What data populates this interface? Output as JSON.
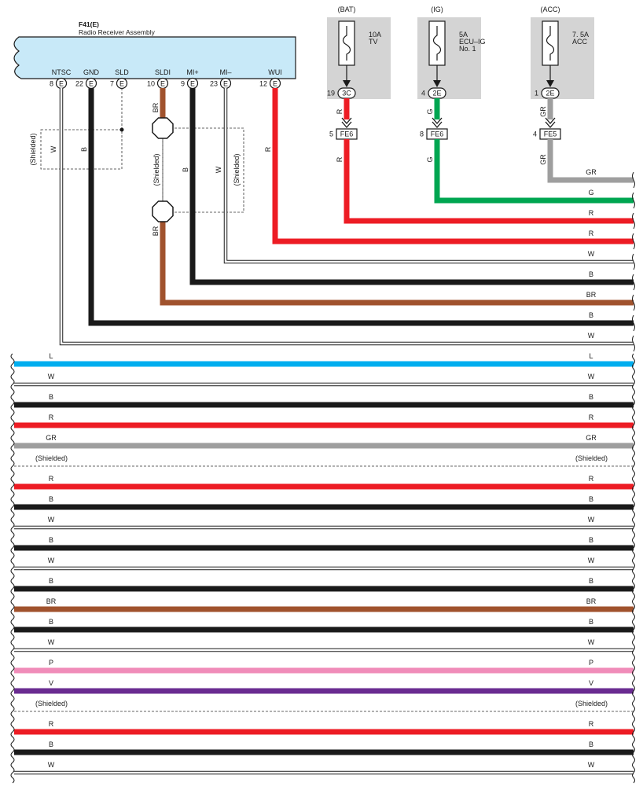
{
  "colors": {
    "R": "#ed1c24",
    "B": "#1a1a1a",
    "W": "#ffffff",
    "BR": "#a0522d",
    "G": "#00a651",
    "GR": "#9e9e9e",
    "L": "#00aeef",
    "P": "#f08cb9",
    "V": "#6a2c91",
    "connector_fill": "#c8e9f8",
    "fuse_box_fill": "#d4d4d4"
  },
  "component": {
    "id": "F41(E)",
    "name": "Radio Receiver Assembly",
    "pins": [
      {
        "num": "8",
        "name": "NTSC",
        "conn": "E"
      },
      {
        "num": "22",
        "name": "GND",
        "conn": "E"
      },
      {
        "num": "7",
        "name": "SLD",
        "conn": "E"
      },
      {
        "num": "10",
        "name": "SLDI",
        "conn": "E"
      },
      {
        "num": "9",
        "name": "MI+",
        "conn": "E"
      },
      {
        "num": "23",
        "name": "MI–",
        "conn": "E"
      },
      {
        "num": "12",
        "name": "WUI",
        "conn": "E"
      }
    ]
  },
  "fuses": [
    {
      "source": "(BAT)",
      "label": [
        "10A",
        "TV"
      ],
      "pin": "19",
      "conn": "3C",
      "wire": "R",
      "jpin": "5",
      "joint": "FE6"
    },
    {
      "source": "(IG)",
      "label": [
        "5A",
        "ECU–IG",
        "No. 1"
      ],
      "pin": "4",
      "conn": "2E",
      "wire": "G",
      "jpin": "8",
      "joint": "FE6"
    },
    {
      "source": "(ACC)",
      "label": [
        "7. 5A",
        "ACC"
      ],
      "pin": "1",
      "conn": "2E",
      "wire": "GR",
      "jpin": "4",
      "joint": "FE5"
    }
  ],
  "wire_labels": {
    "ntsc": "W",
    "gnd": "B",
    "sldi_top": "BR",
    "sldi_bottom": "BR",
    "mi_plus": "B",
    "mi_minus": "W",
    "wui": "R",
    "shielded": "(Shielded)"
  },
  "bus_top": [
    {
      "color": "GR",
      "label": "GR"
    },
    {
      "color": "G",
      "label": "G"
    },
    {
      "color": "R",
      "label": "R"
    },
    {
      "color": "R",
      "label": "R"
    },
    {
      "color": "W",
      "label": "W"
    },
    {
      "color": "B",
      "label": "B"
    },
    {
      "color": "BR",
      "label": "BR"
    },
    {
      "color": "B",
      "label": "B"
    },
    {
      "color": "W",
      "label": "W"
    }
  ],
  "bus_bottom": [
    {
      "color": "L",
      "left": "L",
      "right": "L"
    },
    {
      "color": "W",
      "left": "W",
      "right": "W"
    },
    {
      "color": "B",
      "left": "B",
      "right": "B"
    },
    {
      "color": "R",
      "left": "R",
      "right": "R"
    },
    {
      "color": "GR",
      "left": "GR",
      "right": "GR"
    },
    {
      "dashed": true,
      "left": "(Shielded)",
      "right": "(Shielded)"
    },
    {
      "color": "R",
      "left": "R",
      "right": "R"
    },
    {
      "color": "B",
      "left": "B",
      "right": "B"
    },
    {
      "color": "W",
      "left": "W",
      "right": "W"
    },
    {
      "color": "B",
      "left": "B",
      "right": "B"
    },
    {
      "color": "W",
      "left": "W",
      "right": "W"
    },
    {
      "color": "B",
      "left": "B",
      "right": "B"
    },
    {
      "color": "BR",
      "left": "BR",
      "right": "BR"
    },
    {
      "color": "B",
      "left": "B",
      "right": "B"
    },
    {
      "color": "W",
      "left": "W",
      "right": "W"
    },
    {
      "color": "P",
      "left": "P",
      "right": "P"
    },
    {
      "color": "V",
      "left": "V",
      "right": "V"
    },
    {
      "dashed": true,
      "left": "(Shielded)",
      "right": "(Shielded)"
    },
    {
      "color": "R",
      "left": "R",
      "right": "R"
    },
    {
      "color": "B",
      "left": "B",
      "right": "B"
    },
    {
      "color": "W",
      "left": "W",
      "right": "W"
    }
  ]
}
